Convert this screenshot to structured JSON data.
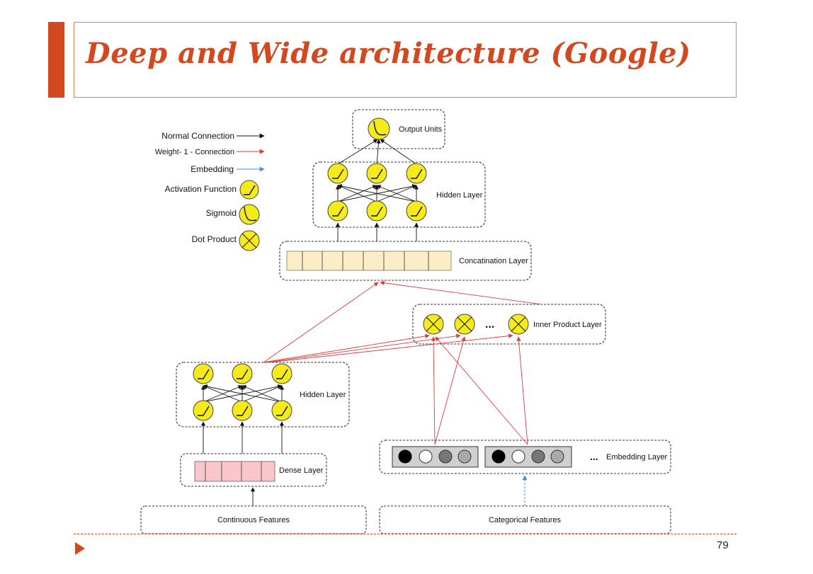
{
  "slide": {
    "title": "Deep and Wide architecture (Google)",
    "page_number": "79",
    "accent_color": "#d2491f"
  },
  "legend": {
    "normal_connection": "Normal Connection",
    "weight_connection": "Weight- 1 - Connection",
    "embedding": "Embedding",
    "activation_function": "Activation Function",
    "sigmoid": "Sigmoid",
    "dot_product": "Dot Product"
  },
  "layers": {
    "output_units": "Output Units",
    "hidden_layer_top": "Hidden Layer",
    "concatenation_layer": "Concatination Layer",
    "inner_product_layer": "Inner Product Layer",
    "inner_product_ellipsis": "...",
    "hidden_layer_bottom": "Hidden Layer",
    "dense_layer": "Dense Layer",
    "embedding_layer": "Embedding Layer",
    "embedding_ellipsis": "...",
    "continuous_features": "Continuous Features",
    "categorical_features": "Categorical Features"
  },
  "colors": {
    "normal": "#111111",
    "weight": "#e03a3a",
    "embedding": "#4a90d9",
    "neuron_fill": "#f5eb1a",
    "concat_fill": "#fbeec6",
    "dense_fill": "#f8c6cc"
  }
}
